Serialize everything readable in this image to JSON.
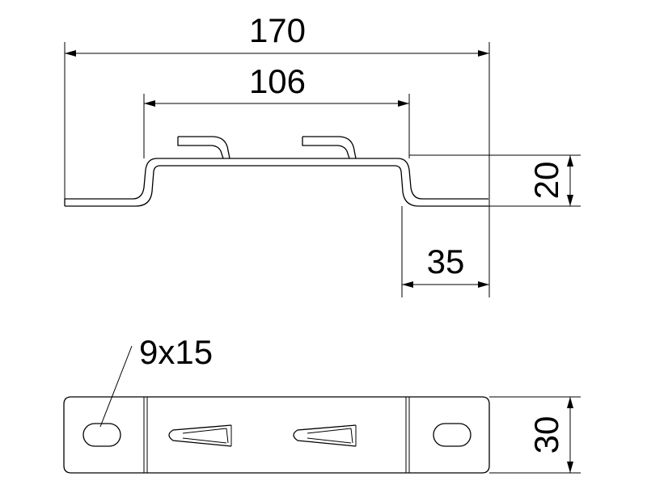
{
  "drawing": {
    "dimensions": {
      "overall_length": "170",
      "inner_width": "106",
      "height": "20",
      "flange_length": "35",
      "slot_size": "9x15",
      "width": "30"
    }
  }
}
